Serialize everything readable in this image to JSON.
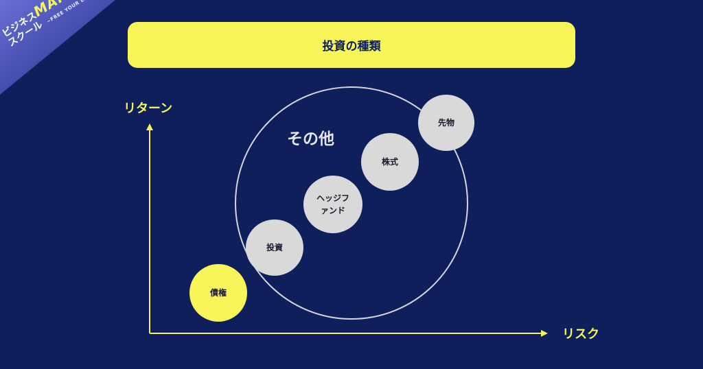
{
  "badge": {
    "brand_prefix": "ビジネス",
    "brand_name": "MANIA",
    "brand_suffix": "スクール",
    "tagline": "~FREE YOUR LIFE~"
  },
  "title": "投資の種類",
  "axes": {
    "y_label": "リターン",
    "x_label": "リスク"
  },
  "group": {
    "label": "その他"
  },
  "items": {
    "bond": "債権",
    "invest": "投資",
    "hedge": "ヘッジフ\nァンド",
    "stock": "株式",
    "futures": "先物"
  },
  "colors": {
    "background": "#0e1f5b",
    "accent_yellow": "#f7f55a",
    "bubble_grey": "#d9d9d9",
    "outline": "#d6d6de"
  }
}
